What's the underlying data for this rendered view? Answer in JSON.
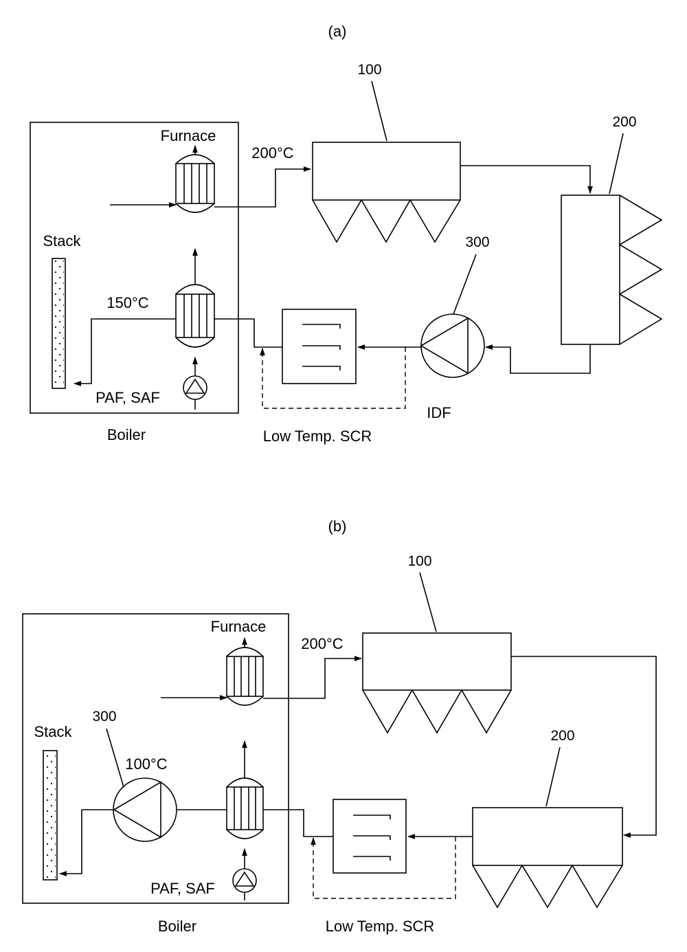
{
  "panel_a": {
    "label": "(a)",
    "furnace": "Furnace",
    "stack": "Stack",
    "temp_in": "200°C",
    "temp_out": "150°C",
    "fans": "PAF, SAF",
    "boiler": "Boiler",
    "scr": "Low Temp. SCR",
    "idf": "IDF",
    "ref_100": "100",
    "ref_200": "200",
    "ref_300": "300"
  },
  "panel_b": {
    "label": "(b)",
    "furnace": "Furnace",
    "stack": "Stack",
    "temp_in": "200°C",
    "temp_out": "100°C",
    "fans": "PAF, SAF",
    "boiler": "Boiler",
    "scr": "Low Temp. SCR",
    "ref_100": "100",
    "ref_200": "200",
    "ref_300": "300"
  }
}
